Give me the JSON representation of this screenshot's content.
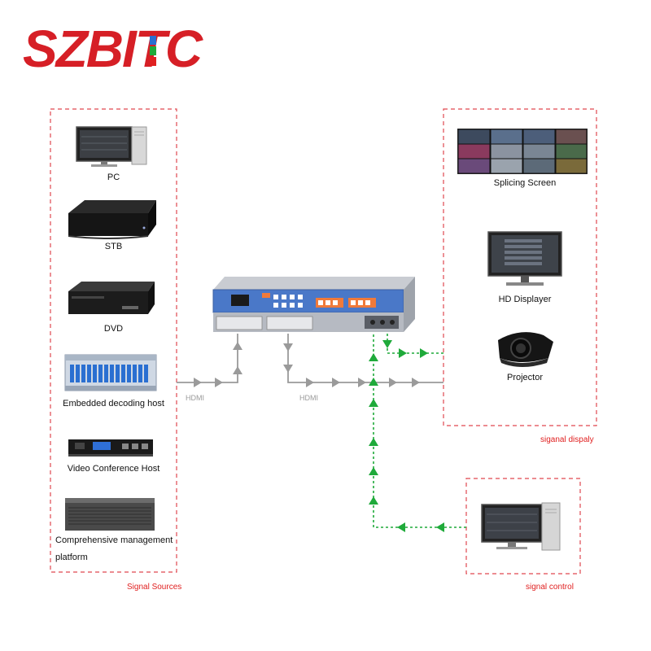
{
  "brand": {
    "name": "SZBITC",
    "color": "#d61f26"
  },
  "sources": {
    "title": "Signal Sources",
    "items": [
      {
        "label": "PC",
        "icon": "pc-monitor-icon"
      },
      {
        "label": "STB",
        "icon": "set-top-box-icon"
      },
      {
        "label": "DVD",
        "icon": "dvd-player-icon"
      },
      {
        "label": "Embedded decoding host",
        "icon": "decoding-host-icon"
      },
      {
        "label": "Video Conference Host",
        "icon": "video-conference-host-icon"
      },
      {
        "label": "Comprehensive management",
        "label2": "platform",
        "icon": "management-server-icon"
      }
    ]
  },
  "display": {
    "title": "siganal dispaly",
    "items": [
      {
        "label": "Splicing Screen",
        "icon": "video-wall-icon"
      },
      {
        "label": "HD Displayer",
        "icon": "hd-monitor-icon"
      },
      {
        "label": "Projector",
        "icon": "projector-icon"
      }
    ]
  },
  "control": {
    "title": "signal control",
    "icon": "control-pc-icon"
  },
  "links": {
    "input_label": "HDMI",
    "output_label": "HDMI"
  },
  "colors": {
    "dash_red": "#e0484f",
    "signal_gray": "#9a9a9a",
    "control_green": "#1faa3a",
    "panel_blue": "#4a78c8",
    "accent_orange": "#f07a3a"
  }
}
